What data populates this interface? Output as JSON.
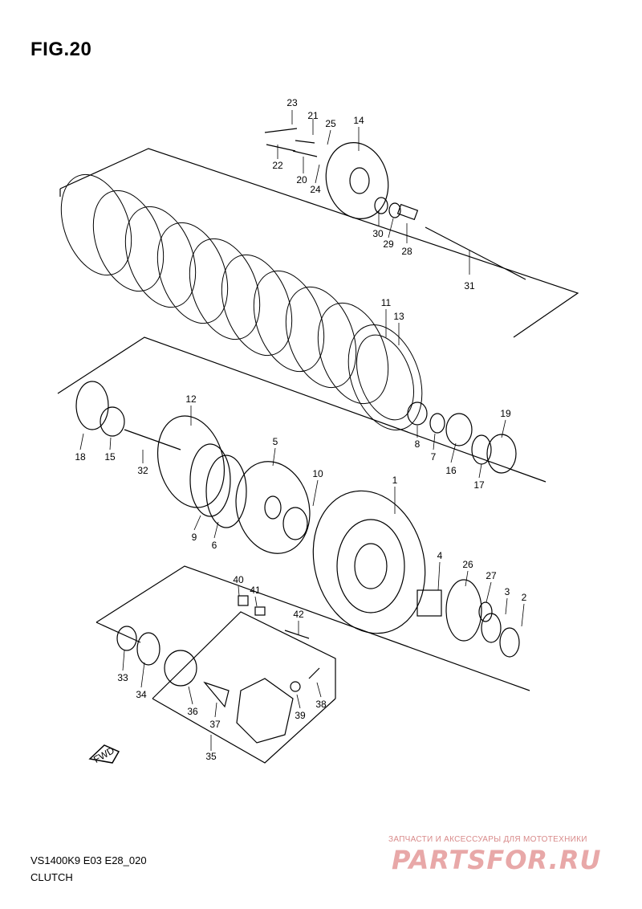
{
  "figure": {
    "title": "FIG.20",
    "model_code": "VS1400K9 E03 E28_020",
    "section": "CLUTCH"
  },
  "fwd_label": "FWD",
  "watermark": {
    "tagline": "ЗАПЧАСТИ И АКСЕССУАРЫ ДЛЯ МОТОТЕХНИКИ",
    "logo": "PARTSFOR.RU"
  },
  "callouts": [
    "23",
    "21",
    "25",
    "14",
    "22",
    "20",
    "24",
    "30",
    "29",
    "28",
    "31",
    "11",
    "13",
    "8",
    "7",
    "16",
    "19",
    "17",
    "18",
    "15",
    "32",
    "12",
    "5",
    "10",
    "9",
    "6",
    "1",
    "4",
    "26",
    "27",
    "3",
    "2",
    "40",
    "41",
    "42",
    "33",
    "34",
    "36",
    "37",
    "35",
    "39",
    "38"
  ]
}
